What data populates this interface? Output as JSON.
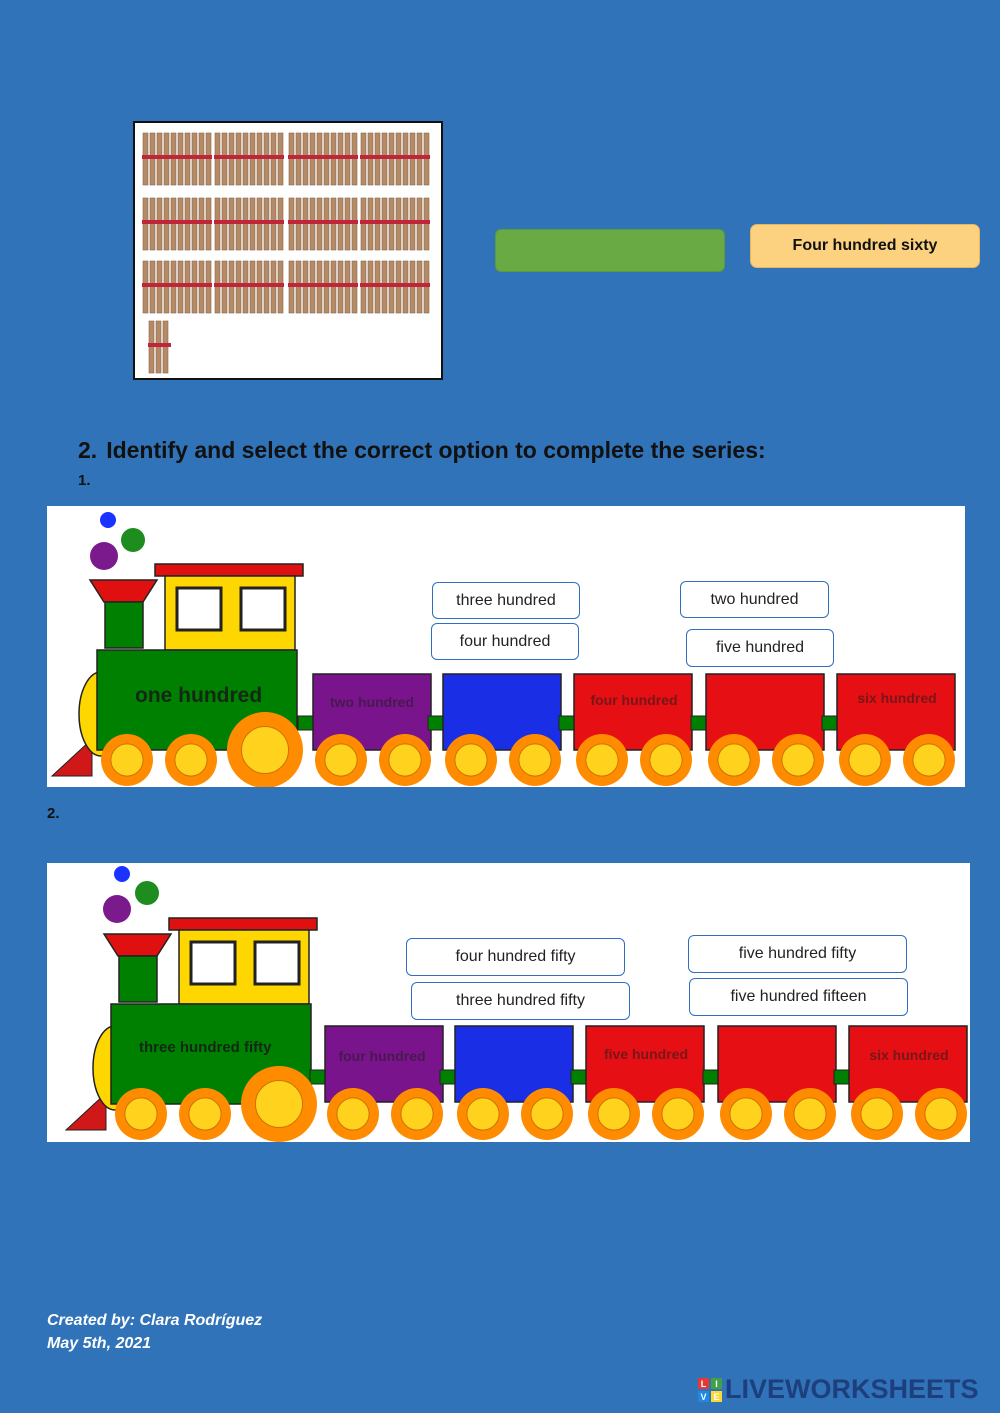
{
  "top": {
    "answer_value": "",
    "number_word": "Four hundred sixty"
  },
  "section2": {
    "number": "2.",
    "title": "Identify and select the correct option to complete the series:"
  },
  "questions": [
    {
      "label": "1.",
      "locomotive": "one hundred",
      "cars": [
        "two hundred",
        "",
        "four hundred",
        "",
        "six hundred"
      ],
      "options_a": [
        "three hundred",
        "four hundred"
      ],
      "options_b": [
        "two hundred",
        "five hundred"
      ]
    },
    {
      "label": "2.",
      "locomotive": "three hundred fifty",
      "cars": [
        "four hundred",
        "",
        "five hundred",
        "",
        "six hundred"
      ],
      "options_a": [
        "four hundred fifty",
        "three hundred fifty"
      ],
      "options_b": [
        "five hundred fifty",
        "five hundred fifteen"
      ]
    }
  ],
  "footer": {
    "created_by": "Created by: Clara Rodríguez",
    "date": "May 5th, 2021",
    "brand": "LIVEWORKSHEETS",
    "brand_badge": [
      "L",
      "I",
      "V",
      "E"
    ]
  },
  "colors": {
    "background": "#3073b8",
    "answer_box": "#6aaa45",
    "word_box": "#fcd281",
    "locomotive": "#008000",
    "cab": "#ffd700",
    "roof": "#e01010",
    "car_purple": "#7a148c",
    "car_blue": "#1a2ee6",
    "car_red": "#e60f14",
    "wheel_outer": "#ff8c00",
    "wheel_inner": "#ffd21e",
    "smoke": [
      "#1a33ff",
      "#1f8c1f",
      "#7a1a8c"
    ],
    "option_border": "#2f6fbf",
    "brand": "#1e3f7e"
  }
}
